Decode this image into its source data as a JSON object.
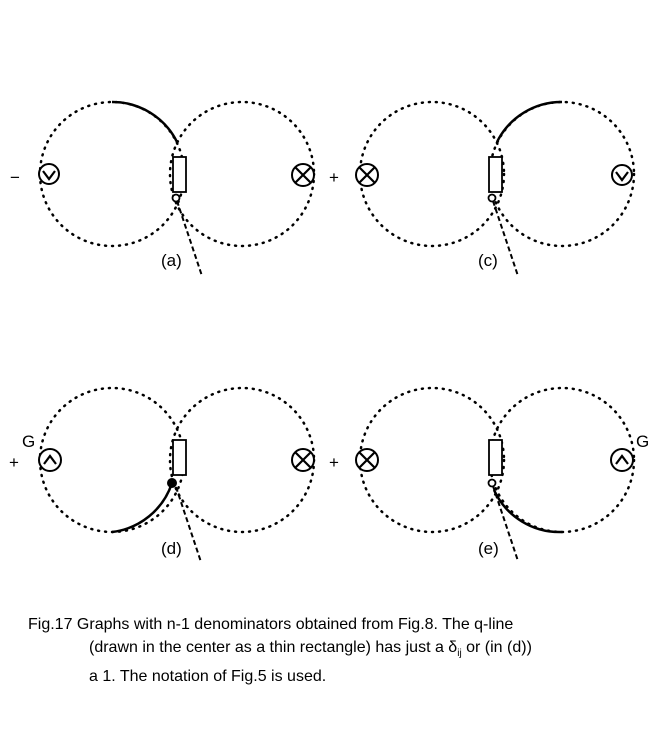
{
  "panels": [
    {
      "id": "a",
      "label": "(a)",
      "sign": "−",
      "superscript": ""
    },
    {
      "id": "c",
      "label": "(c)",
      "sign": "+",
      "superscript": ""
    },
    {
      "id": "d",
      "label": "(d)",
      "sign": "+",
      "superscript": "G"
    },
    {
      "id": "e",
      "label": "(e)",
      "sign": "+",
      "superscript": "G"
    }
  ],
  "caption": {
    "line1": "Fig.17 Graphs with n-1 denominators obtained from Fig.8. The q-line",
    "line2": "(drawn in the center as a thin rectangle) has just a δ",
    "line2_subscript": "ij",
    "line2_end": " or (in (d))",
    "line3": "a 1. The notation of Fig.5 is used."
  }
}
